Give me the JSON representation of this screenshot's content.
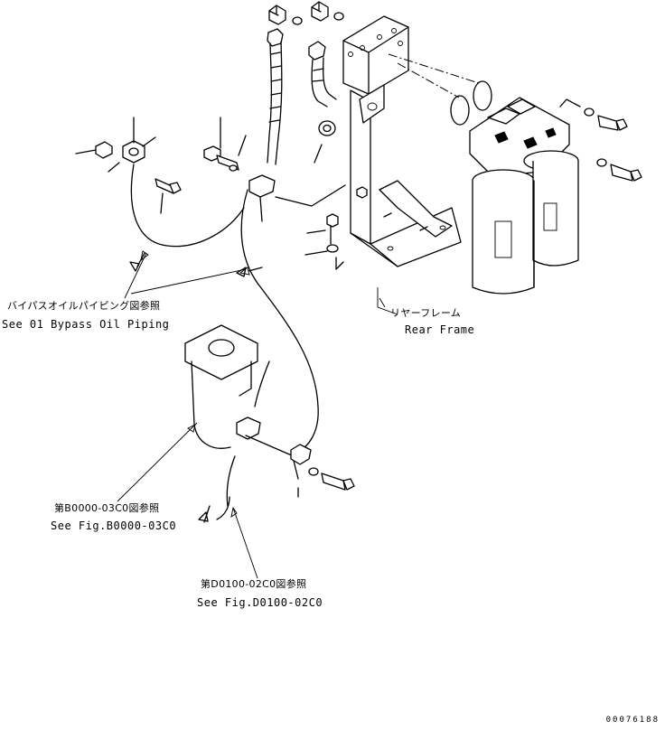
{
  "labels": {
    "bypass_jp": "バイパスオイルパイピング図参照",
    "bypass_en": "See 01 Bypass Oil Piping",
    "rear_frame_jp": "リヤーフレーム",
    "rear_frame_en": "Rear Frame",
    "fig_b0000_jp": "第B0000-03C0図参照",
    "fig_b0000_en": "See Fig.B0000-03C0",
    "fig_d0100_jp": "第D0100-02C0図参照",
    "fig_d0100_en": "See Fig.D0100-02C0"
  },
  "drawing_id": "00076188"
}
